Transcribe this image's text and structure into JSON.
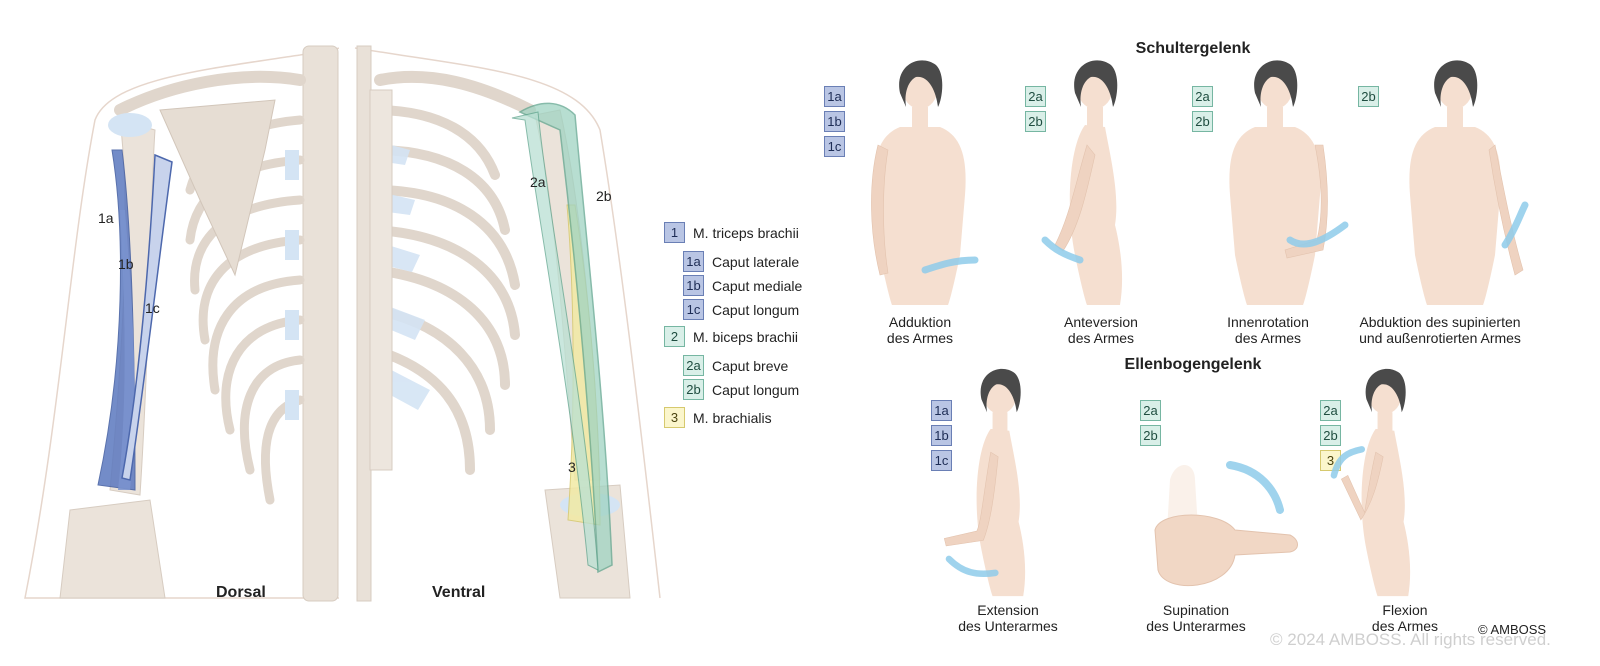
{
  "anatomy": {
    "view_left": "Dorsal",
    "view_right": "Ventral",
    "arm_labels": [
      "1a",
      "1b",
      "1c",
      "2a",
      "2b",
      "3"
    ]
  },
  "legend": [
    {
      "code": "1",
      "text": "M. triceps brachii",
      "group": "blue",
      "indent": false
    },
    {
      "code": "1a",
      "text": "Caput laterale",
      "group": "blue",
      "indent": true
    },
    {
      "code": "1b",
      "text": "Caput mediale",
      "group": "blue",
      "indent": true
    },
    {
      "code": "1c",
      "text": "Caput longum",
      "group": "blue",
      "indent": true
    },
    {
      "code": "2",
      "text": "M. biceps brachii",
      "group": "green",
      "indent": false
    },
    {
      "code": "2a",
      "text": "Caput breve",
      "group": "green",
      "indent": true
    },
    {
      "code": "2b",
      "text": "Caput longum",
      "group": "green",
      "indent": true
    },
    {
      "code": "3",
      "text": "M. brachialis",
      "group": "yellow",
      "indent": false
    }
  ],
  "colors": {
    "triceps": "#5b78bf",
    "biceps": "#9fd3c2",
    "brachialis": "#f2eaa4",
    "skin": "#f5dfd0",
    "bone": "#e9e1d8",
    "cartilage": "#d4e4f4",
    "hair": "#4a4a4a",
    "arrow": "#8ecbea"
  },
  "shoulder": {
    "title": "Schultergelenk",
    "figures": [
      {
        "badges": [
          "1a",
          "1b",
          "1c"
        ],
        "caption_line1": "Adduktion",
        "caption_line2": "des Armes"
      },
      {
        "badges": [
          "2a",
          "2b"
        ],
        "caption_line1": "Anteversion",
        "caption_line2": "des Armes"
      },
      {
        "badges": [
          "2a",
          "2b"
        ],
        "caption_line1": "Innenrotation",
        "caption_line2": "des Armes"
      },
      {
        "badges": [
          "2b"
        ],
        "caption_line1": "Abduktion des supinierten",
        "caption_line2": "und außenrotierten Armes"
      }
    ]
  },
  "elbow": {
    "title": "Ellenbogengelenk",
    "figures": [
      {
        "badges": [
          "1a",
          "1b",
          "1c"
        ],
        "caption_line1": "Extension",
        "caption_line2": "des Unterarmes"
      },
      {
        "badges": [
          "2a",
          "2b"
        ],
        "caption_line1": "Supination",
        "caption_line2": "des Unterarmes"
      },
      {
        "badges": [
          "2a",
          "2b",
          "3"
        ],
        "caption_line1": "Flexion",
        "caption_line2": "des Armes"
      }
    ]
  },
  "copyright": "© AMBOSS",
  "watermark": "© 2024 AMBOSS. All rights reserved."
}
